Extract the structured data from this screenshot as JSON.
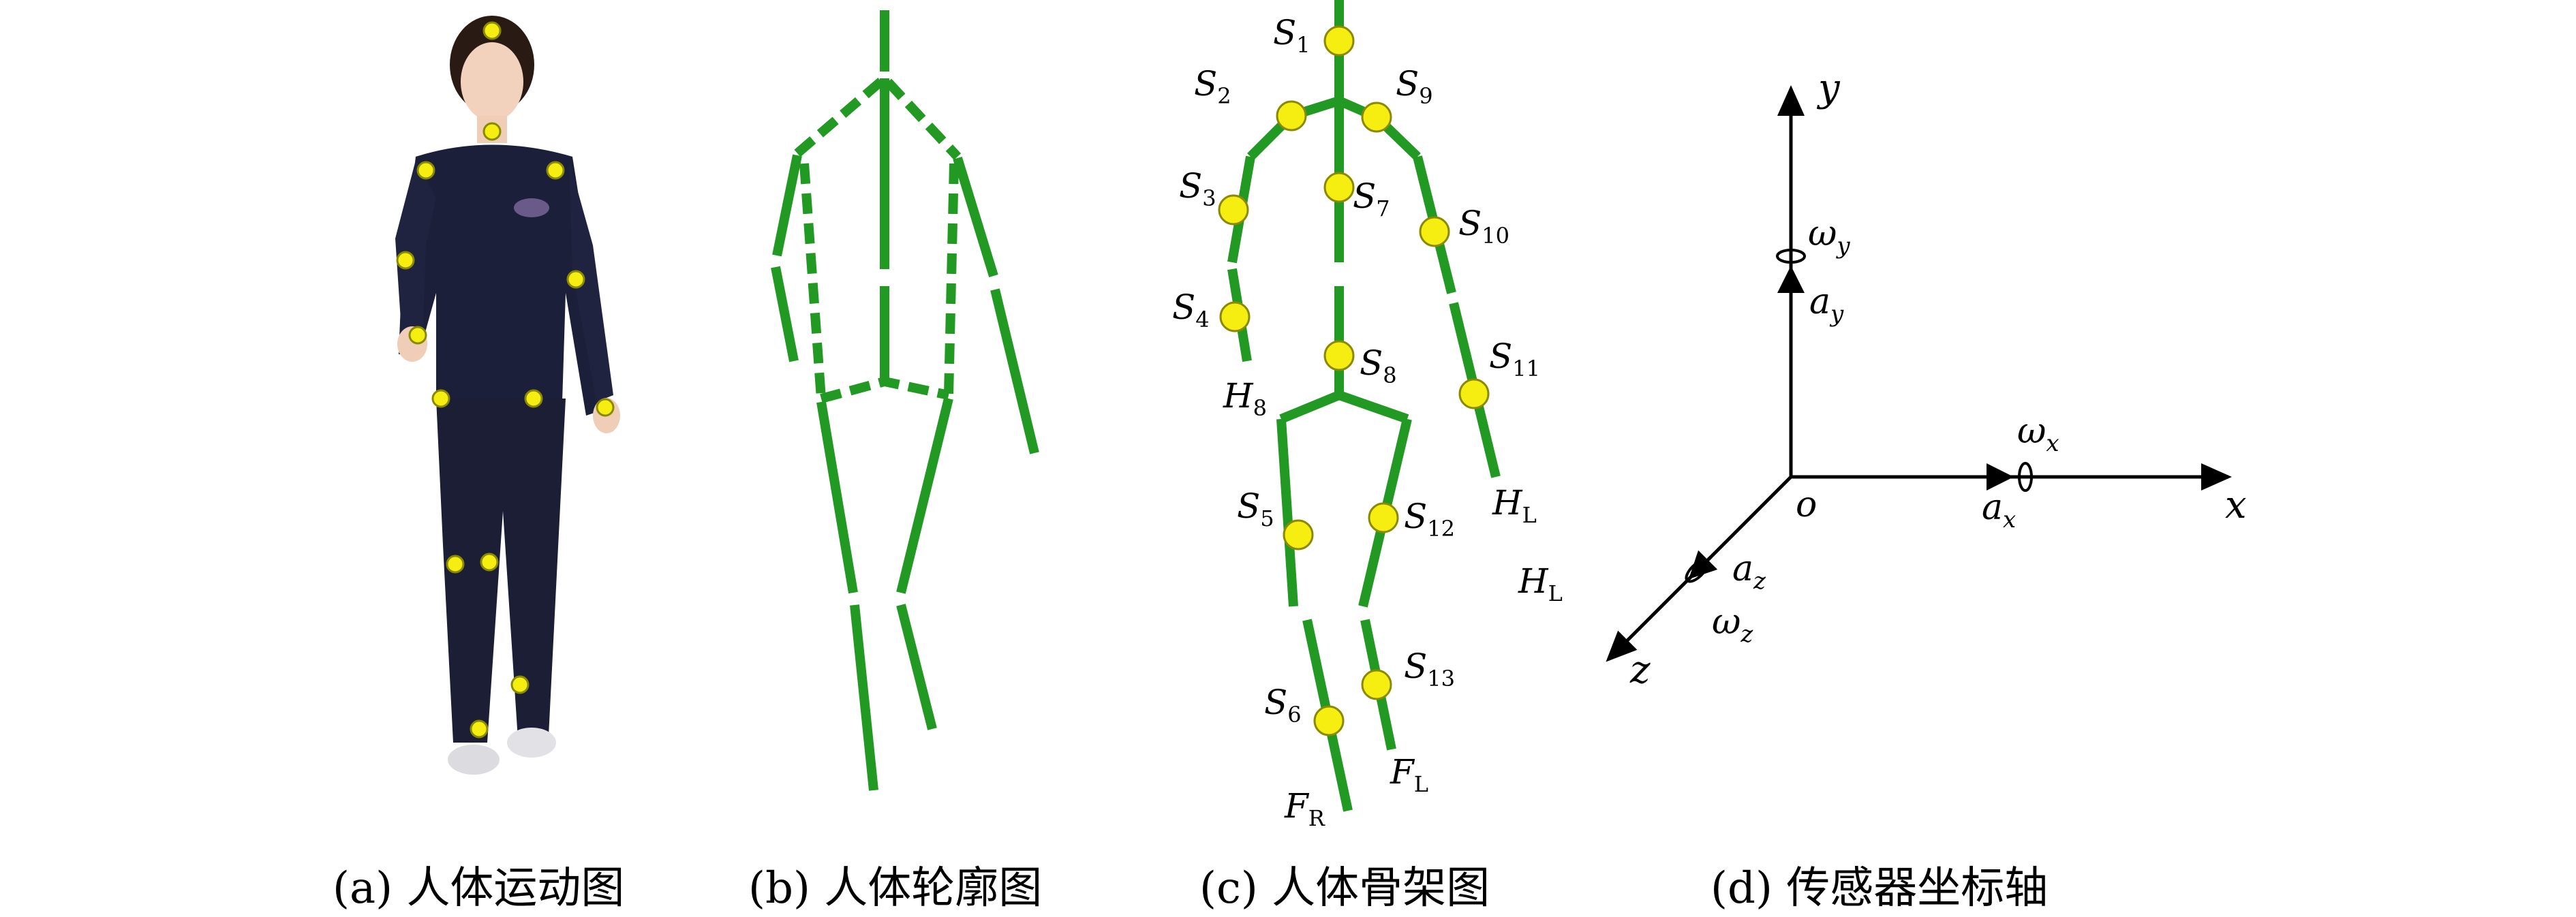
{
  "captions": {
    "a": "(a) 人体运动图",
    "b": "(b) 人体轮廓图",
    "c": "(c) 人体骨架图",
    "d": "(d) 传感器坐标轴"
  },
  "skeleton_labels": {
    "s1": {
      "base": "S",
      "sub": "1"
    },
    "s2": {
      "base": "S",
      "sub": "2"
    },
    "s3": {
      "base": "S",
      "sub": "3"
    },
    "s4": {
      "base": "S",
      "sub": "4"
    },
    "s5": {
      "base": "S",
      "sub": "5"
    },
    "s6": {
      "base": "S",
      "sub": "6"
    },
    "s7": {
      "base": "S",
      "sub": "7"
    },
    "s8": {
      "base": "S",
      "sub": "8"
    },
    "s9": {
      "base": "S",
      "sub": "9"
    },
    "s10": {
      "base": "S",
      "sub": "10"
    },
    "s11": {
      "base": "S",
      "sub": "11"
    },
    "s12": {
      "base": "S",
      "sub": "12"
    },
    "s13": {
      "base": "S",
      "sub": "13"
    },
    "h8": {
      "base": "H",
      "sub": "8"
    },
    "hl1": {
      "base": "H",
      "sub": "L"
    },
    "hl2": {
      "base": "H",
      "sub": "L"
    },
    "fr": {
      "base": "F",
      "sub": "R"
    },
    "fl": {
      "base": "F",
      "sub": "L"
    }
  },
  "axes": {
    "y": "y",
    "x": "x",
    "z": "z",
    "origin": "o",
    "omega_y": {
      "base": "ω",
      "sub": "y"
    },
    "a_y": {
      "base": "a",
      "sub": "y"
    },
    "omega_x": {
      "base": "ω",
      "sub": "x"
    },
    "a_x": {
      "base": "a",
      "sub": "x"
    },
    "a_z": {
      "base": "a",
      "sub": "z"
    },
    "omega_z": {
      "base": "ω",
      "sub": "z"
    }
  },
  "colors": {
    "bone": "#229922",
    "joint": "#f5ee10",
    "jacket": "#1c1f3a"
  }
}
